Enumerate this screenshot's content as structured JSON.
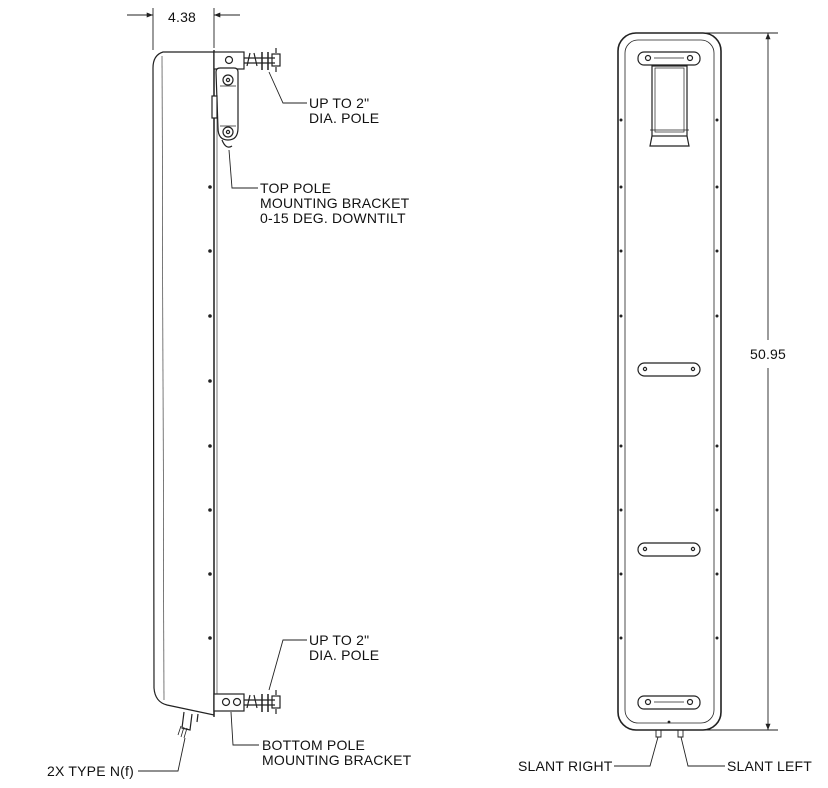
{
  "side_view": {
    "width_dim": "4.38",
    "top_pole_note": "UP TO 2\"\nDIA. POLE",
    "top_bracket_note": "TOP POLE\nMOUNTING BRACKET\n0-15 DEG. DOWNTILT",
    "bottom_pole_note": "UP TO 2\"\nDIA. POLE",
    "bottom_bracket_note": "BOTTOM POLE\nMOUNTING BRACKET",
    "connector_note": "2X TYPE N(f)"
  },
  "front_view": {
    "height_dim": "50.95",
    "slant_right": "SLANT RIGHT",
    "slant_left": "SLANT LEFT"
  },
  "colors": {
    "line": "#222222",
    "background": "#ffffff"
  }
}
